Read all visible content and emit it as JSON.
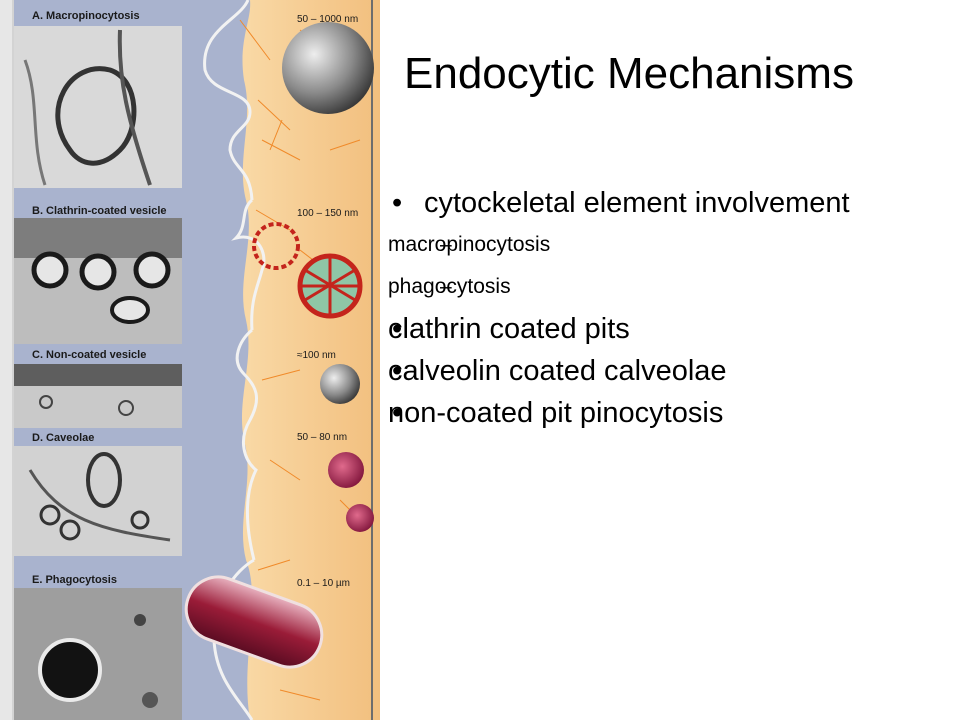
{
  "slide": {
    "title": "Endocytic Mechanisms",
    "bullet_marks": {
      "level1": "•",
      "level2": "–"
    },
    "bullets": [
      {
        "text": "cytockeletal element involvement",
        "sub": [
          "macropinocytosis",
          "phagocytosis"
        ]
      },
      {
        "text": "clathrin coated pits",
        "sub": []
      },
      {
        "text": "calveolin coated calveolae",
        "sub": []
      },
      {
        "text": "non-coated pit pinocytosis",
        "sub": []
      }
    ]
  },
  "figure": {
    "panels": [
      {
        "label": "A. Macropinocytosis",
        "size": "50 – 1000 nm"
      },
      {
        "label": "B. Clathrin-coated vesicle",
        "size": "100 – 150 nm"
      },
      {
        "label": "C. Non-coated vesicle",
        "size": "≈100 nm"
      },
      {
        "label": "D. Caveolae",
        "size": "50 – 80 nm"
      },
      {
        "label": "E. Phagocytosis",
        "size": "0.1 – 10 µm"
      }
    ],
    "colors": {
      "cytoplasm": "#f6c98e",
      "membrane_channel": "#a9b3ce",
      "clathrin": "#c4241c",
      "caveolae": "#a8194e",
      "vesicle_gray": "#8a8a8a",
      "actin": "#f08a2a"
    }
  }
}
